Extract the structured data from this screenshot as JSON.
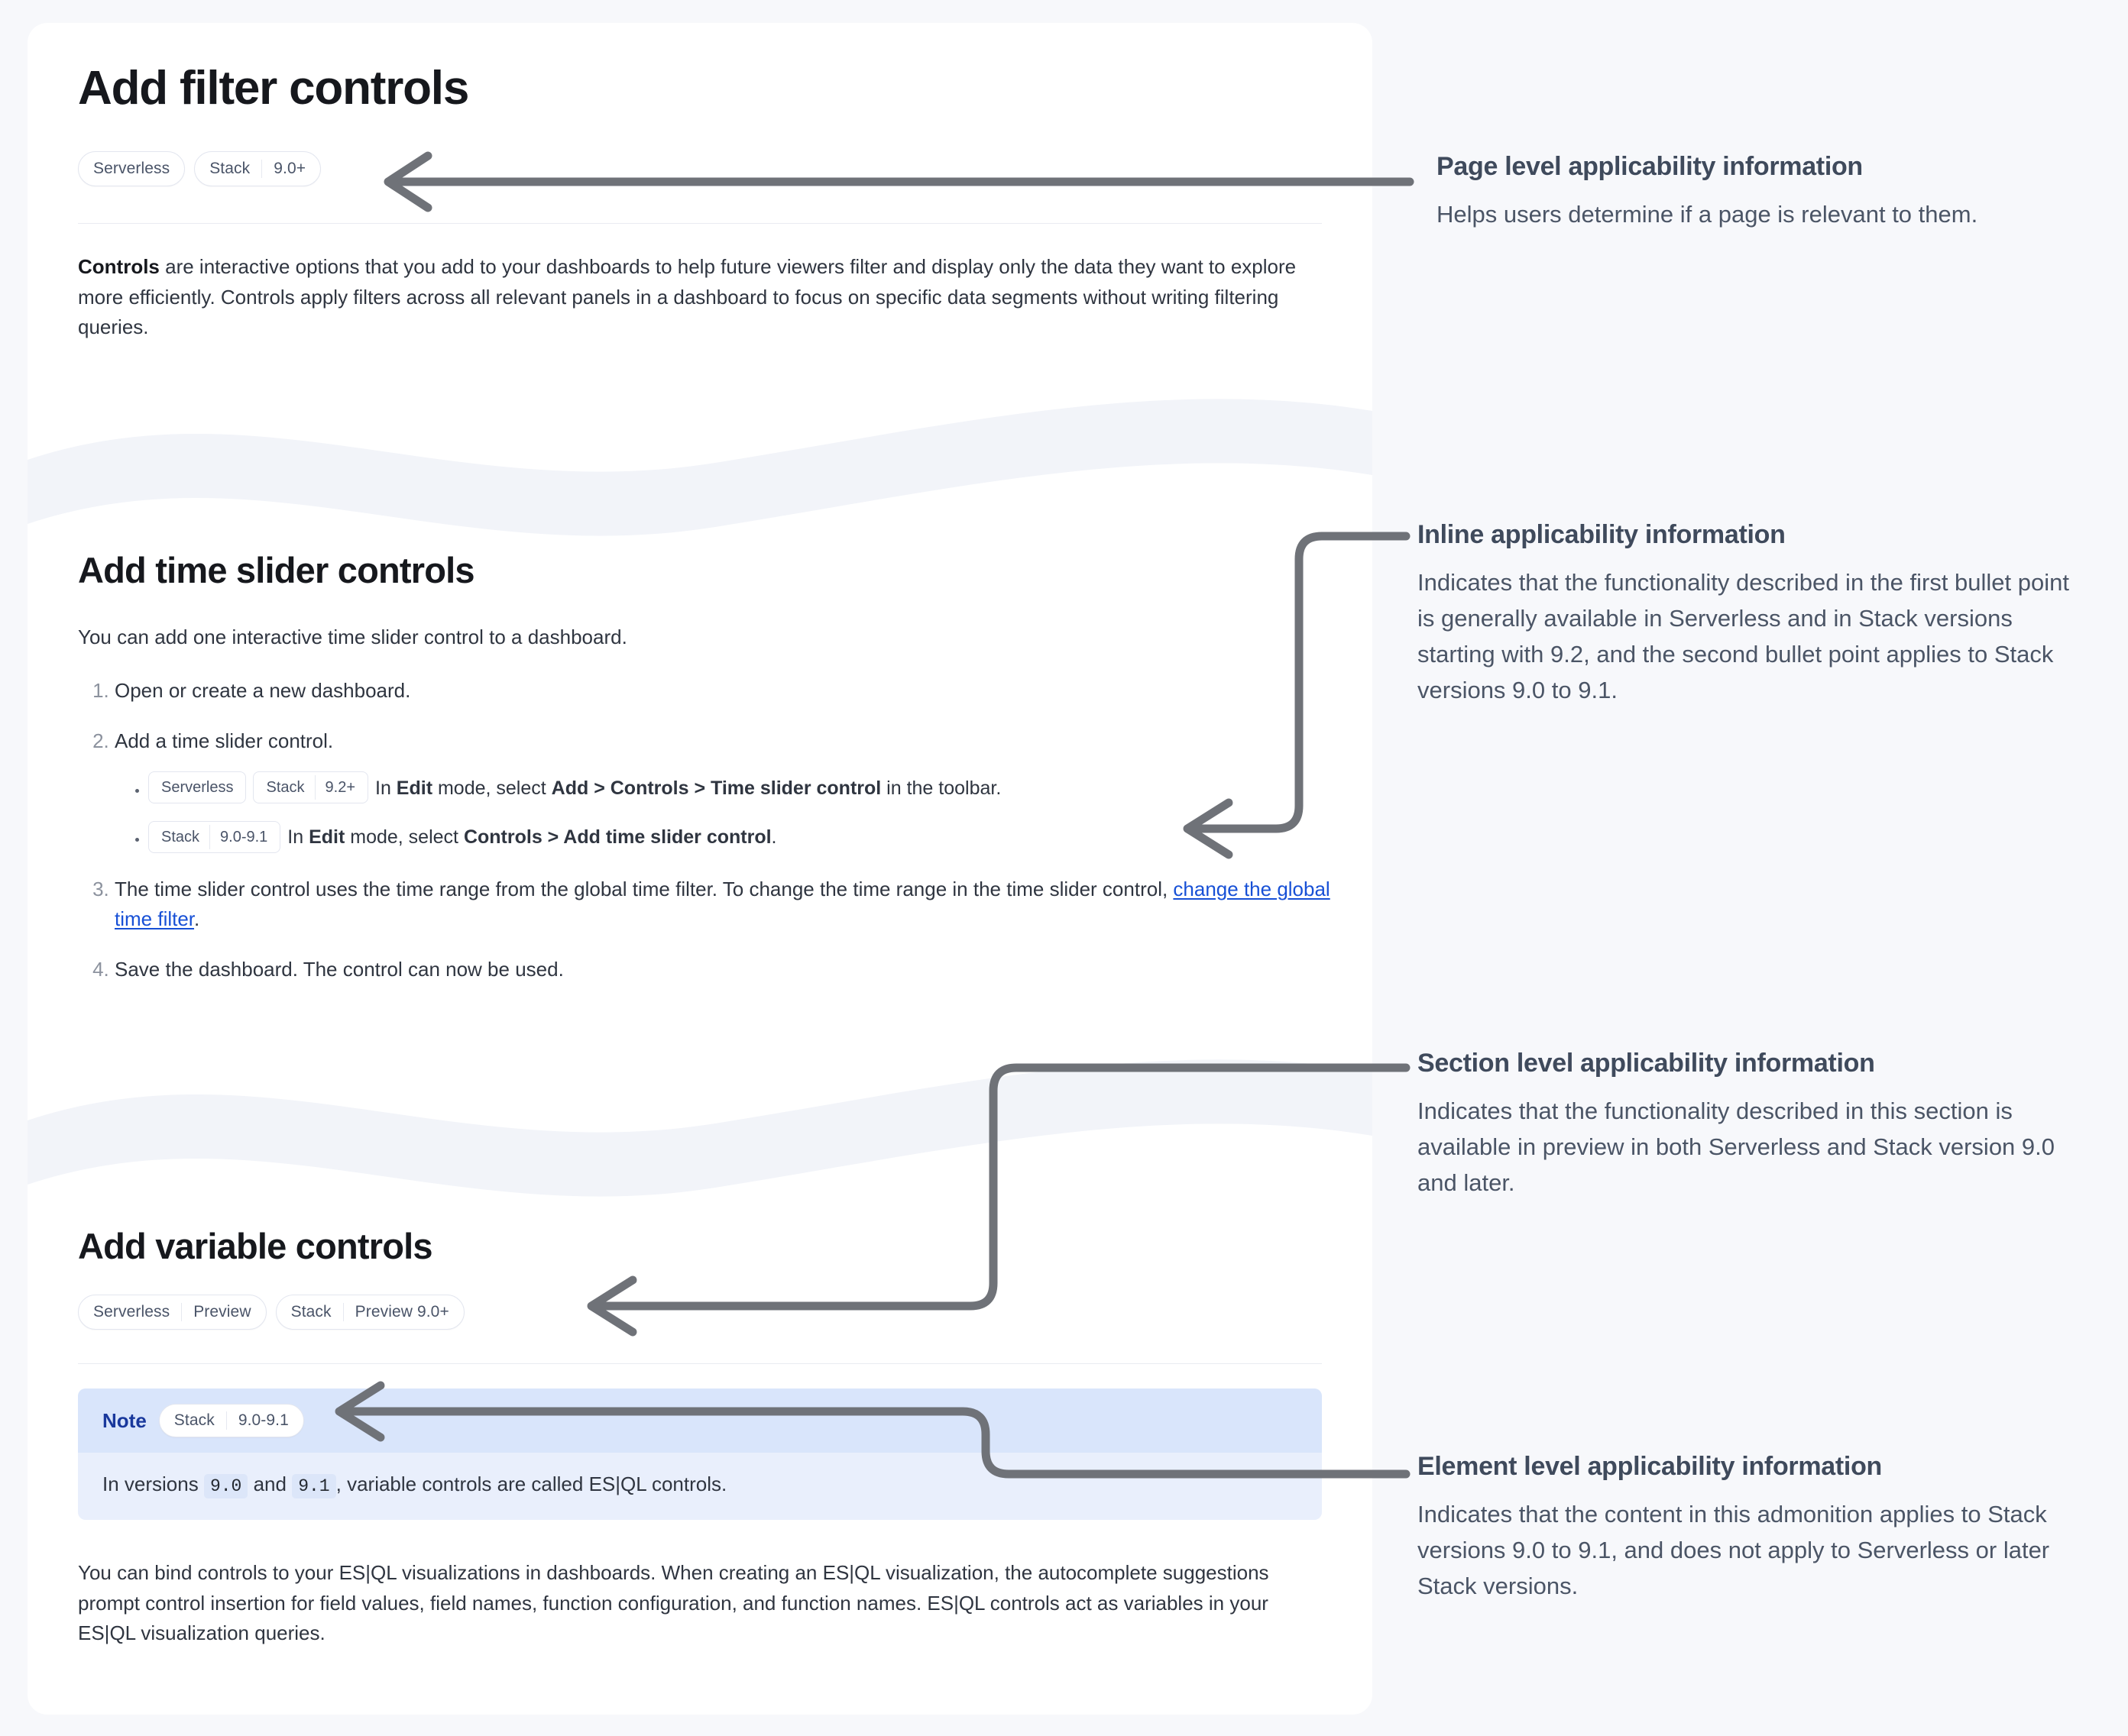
{
  "theme": {
    "page_background": "#f7f8fb",
    "card_background": "#ffffff",
    "connector_color": "#6f7278",
    "link_color": "#1750d6",
    "note_background": "#e9effc",
    "note_header_background": "#d9e5fb",
    "note_label_color": "#19389c",
    "annotation_heading_color": "#3f4a5c",
    "annotation_body_color": "#4b5566",
    "badge_border_color": "#e3e6ef",
    "badge_text_color": "#4a5468"
  },
  "document": {
    "page_title": "Add filter controls",
    "page_applicability": [
      {
        "name": "page-badge-serverless",
        "segments": [
          "Serverless"
        ]
      },
      {
        "name": "page-badge-stack",
        "segments": [
          "Stack",
          "9.0+"
        ]
      }
    ],
    "intro": {
      "lead": "Controls",
      "rest": " are interactive options that you add to your dashboards to help future viewers filter and display only the data they want to explore more efficiently. Controls apply filters across all relevant panels in a dashboard to focus on specific data segments without writing filtering queries."
    },
    "section_time_slider": {
      "heading": "Add time slider controls",
      "intro": "You can add one interactive time slider control to a dashboard.",
      "steps": [
        {
          "text": "Open or create a new dashboard."
        },
        {
          "text": "Add a time slider control."
        },
        {
          "text": "The time slider control uses the time range from the global time filter. To change the time range in the time slider control, ",
          "link_text": "change the global time filter",
          "text_after": "."
        },
        {
          "text": "Save the dashboard. The control can now be used."
        }
      ],
      "bullets": [
        {
          "badges": [
            {
              "segments": [
                "Serverless"
              ]
            },
            {
              "segments": [
                "Stack",
                "9.2+"
              ]
            }
          ],
          "parts": [
            {
              "t": "In ",
              "b": false
            },
            {
              "t": "Edit",
              "b": true
            },
            {
              "t": " mode, select ",
              "b": false
            },
            {
              "t": "Add > Controls > Time slider control",
              "b": true
            },
            {
              "t": " in the toolbar.",
              "b": false
            }
          ]
        },
        {
          "badges": [
            {
              "segments": [
                "Stack",
                "9.0-9.1"
              ]
            }
          ],
          "parts": [
            {
              "t": "In ",
              "b": false
            },
            {
              "t": "Edit",
              "b": true
            },
            {
              "t": " mode, select ",
              "b": false
            },
            {
              "t": "Controls > Add time slider control",
              "b": true
            },
            {
              "t": ".",
              "b": false
            }
          ]
        }
      ]
    },
    "section_variable": {
      "heading": "Add variable controls",
      "applicability": [
        {
          "name": "section-badge-serverless",
          "segments": [
            "Serverless",
            "Preview"
          ]
        },
        {
          "name": "section-badge-stack",
          "segments": [
            "Stack",
            "Preview 9.0+"
          ]
        }
      ],
      "note": {
        "label": "Note",
        "badge": {
          "segments": [
            "Stack",
            "9.0-9.1"
          ]
        },
        "body_parts": [
          {
            "t": "In versions ",
            "code": false
          },
          {
            "t": "9.0",
            "code": true
          },
          {
            "t": " and ",
            "code": false
          },
          {
            "t": "9.1",
            "code": true
          },
          {
            "t": ", variable controls are called ES|QL controls.",
            "code": false
          }
        ]
      },
      "paragraph": "You can bind controls to your ES|QL visualizations in dashboards. When creating an ES|QL visualization, the autocomplete suggestions prompt control insertion for field values, field names, function configuration, and function names. ES|QL controls act as variables in your ES|QL visualization queries."
    }
  },
  "annotations": [
    {
      "id": "page-level",
      "title": "Page level applicability information",
      "body": "Helps users determine if a page is relevant to them."
    },
    {
      "id": "inline",
      "title": "Inline applicability information",
      "body": "Indicates that the functionality described in the first bullet point is generally available in Serverless and in Stack versions starting with 9.2, and the second bullet point applies to Stack versions 9.0 to 9.1."
    },
    {
      "id": "section-level",
      "title": "Section level applicability information",
      "body": "Indicates that the functionality described in this section is available in preview in both Serverless and Stack version 9.0 and later."
    },
    {
      "id": "element-level",
      "title": "Element level applicability information",
      "body": "Indicates that the content in this admonition applies to Stack versions 9.0 to 9.1, and does not apply to Serverless or later Stack versions."
    }
  ]
}
